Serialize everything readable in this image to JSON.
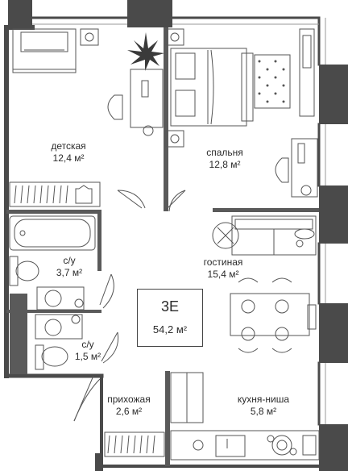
{
  "apartment": {
    "code": "3E",
    "total_area": "54,2 м²"
  },
  "rooms": [
    {
      "id": "kids",
      "name": "детская",
      "area": "12,4 м²"
    },
    {
      "id": "bedroom",
      "name": "спальня",
      "area": "12,8 м²"
    },
    {
      "id": "bath",
      "name": "с/у",
      "area": "3,7 м²"
    },
    {
      "id": "wc",
      "name": "с/у",
      "area": "1,5 м²"
    },
    {
      "id": "living",
      "name": "гостиная",
      "area": "15,4 м²"
    },
    {
      "id": "hall",
      "name": "прихожая",
      "area": "2,6 м²"
    },
    {
      "id": "kitchen",
      "name": "кухня-ниша",
      "area": "5,8 м²"
    }
  ],
  "colors": {
    "wall": "#4a4a4a",
    "line": "#555555",
    "accent": "#555555"
  },
  "icons": [
    "plant-icon",
    "bed-icon",
    "armchair-icon",
    "sofa-icon",
    "dining-table-icon",
    "bathtub-icon",
    "toilet-icon",
    "sink-icon",
    "stove-icon",
    "fridge-icon",
    "wardrobe-icon"
  ]
}
